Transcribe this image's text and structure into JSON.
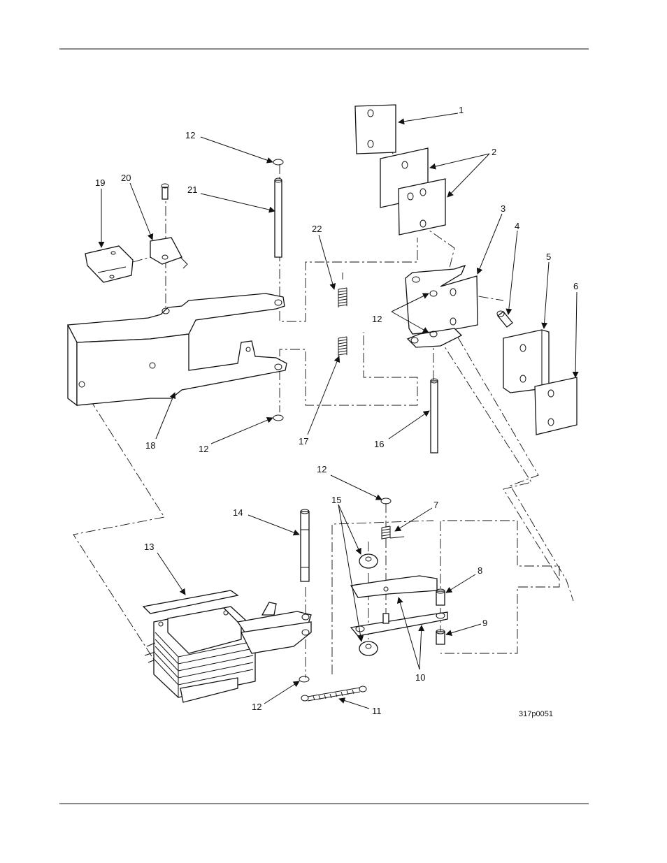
{
  "drawing_number": "317p0051",
  "callouts": [
    {
      "id": "c1",
      "label": "1"
    },
    {
      "id": "c2",
      "label": "2"
    },
    {
      "id": "c3",
      "label": "3"
    },
    {
      "id": "c4",
      "label": "4"
    },
    {
      "id": "c5",
      "label": "5"
    },
    {
      "id": "c6",
      "label": "6"
    },
    {
      "id": "c7",
      "label": "7"
    },
    {
      "id": "c8",
      "label": "8"
    },
    {
      "id": "c9",
      "label": "9"
    },
    {
      "id": "c10",
      "label": "10"
    },
    {
      "id": "c11",
      "label": "11"
    },
    {
      "id": "c12a",
      "label": "12"
    },
    {
      "id": "c12b",
      "label": "12"
    },
    {
      "id": "c12c",
      "label": "12"
    },
    {
      "id": "c12d",
      "label": "12"
    },
    {
      "id": "c12e",
      "label": "12"
    },
    {
      "id": "c13",
      "label": "13"
    },
    {
      "id": "c14",
      "label": "14"
    },
    {
      "id": "c15",
      "label": "15"
    },
    {
      "id": "c16",
      "label": "16"
    },
    {
      "id": "c17",
      "label": "17"
    },
    {
      "id": "c18",
      "label": "18"
    },
    {
      "id": "c19",
      "label": "19"
    },
    {
      "id": "c20",
      "label": "20"
    },
    {
      "id": "c21",
      "label": "21"
    },
    {
      "id": "c22",
      "label": "22"
    }
  ]
}
